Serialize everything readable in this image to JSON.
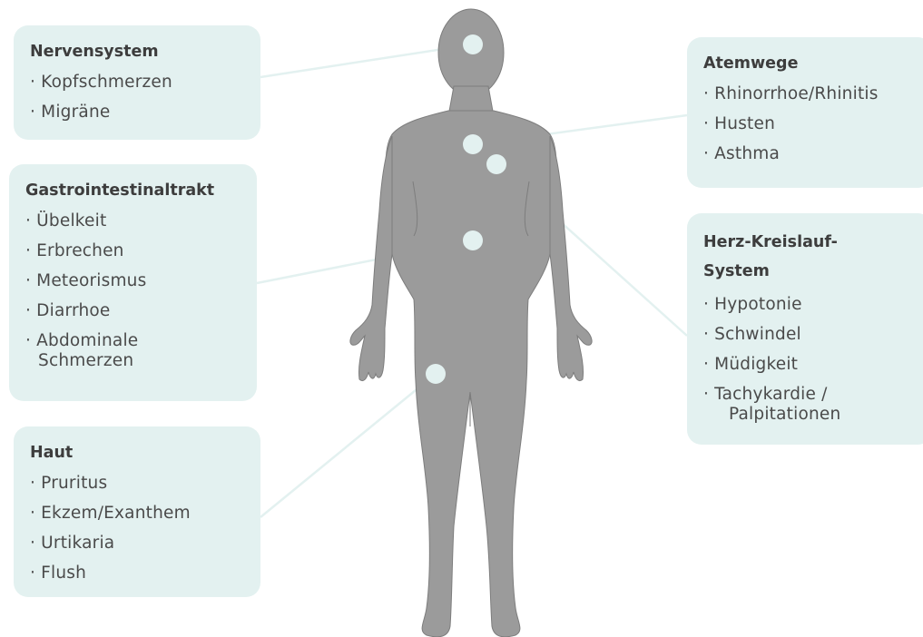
{
  "colors": {
    "panel_bg": "#e3f1f0",
    "body_fill": "#9b9b9b",
    "body_outline": "#7d7d7d",
    "marker": "#e3f1f0",
    "connector": "#e3f1f0"
  },
  "groups": {
    "nervensystem": {
      "title": "Nervensystem",
      "items": [
        "Kopfschmerzen",
        "Migräne"
      ]
    },
    "gastro": {
      "title": "Gastrointestinaltrakt",
      "items": [
        "Übelkeit",
        "Erbrechen",
        "Meteorismus",
        "Diarrhoe",
        "Abdominale Schmerzen"
      ]
    },
    "haut": {
      "title": "Haut",
      "items": [
        "Pruritus",
        "Ekzem/Exanthem",
        "Urtikaria",
        "Flush"
      ]
    },
    "atemwege": {
      "title": "Atemwege",
      "items": [
        "Rhinorrhoe/Rhinitis",
        "Husten",
        "Asthma"
      ]
    },
    "herz": {
      "title": "Herz-Kreislauf-System",
      "items": [
        "Hypotonie",
        "Schwindel",
        "Müdigkeit",
        "Tachykardie / Palpitationen"
      ]
    }
  }
}
